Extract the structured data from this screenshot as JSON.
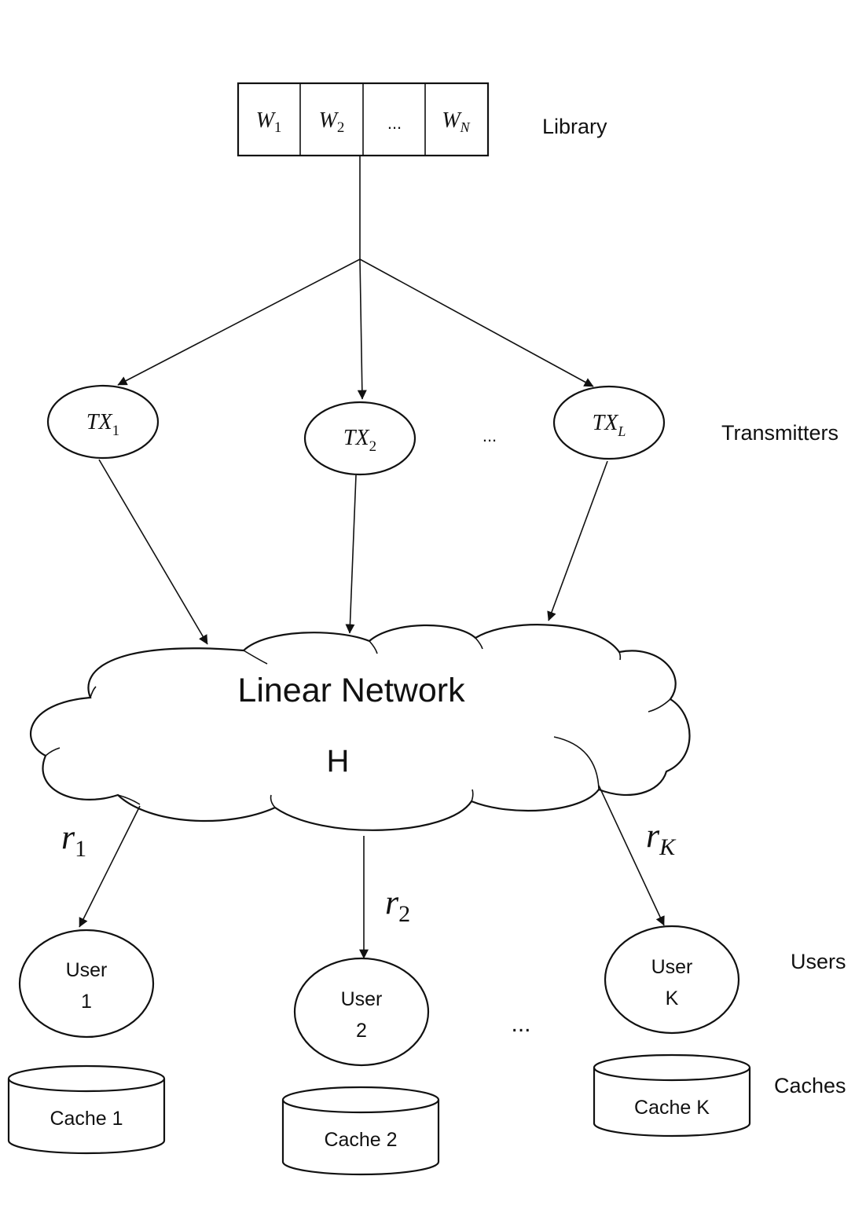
{
  "library": {
    "cells": [
      {
        "base": "W",
        "sub": "1"
      },
      {
        "base": "W",
        "sub": "2"
      },
      {
        "base": "...",
        "sub": ""
      },
      {
        "base": "W",
        "sub": "N"
      }
    ],
    "label": "Library"
  },
  "transmitters": {
    "nodes": [
      {
        "base": "TX",
        "sub": "1"
      },
      {
        "base": "TX",
        "sub": "2"
      },
      {
        "base": "TX",
        "sub": "L"
      }
    ],
    "ellipsis": "...",
    "label": "Transmitters"
  },
  "network": {
    "title": "Linear Network",
    "matrix": "H"
  },
  "links": [
    {
      "base": "r",
      "sub": "1"
    },
    {
      "base": "r",
      "sub": "2"
    },
    {
      "base": "r",
      "sub": "K"
    }
  ],
  "users": {
    "nodes": [
      {
        "line1": "User",
        "line2": "1"
      },
      {
        "line1": "User",
        "line2": "2"
      },
      {
        "line1": "User",
        "line2": "K"
      }
    ],
    "ellipsis": "...",
    "label": "Users"
  },
  "caches": {
    "nodes": [
      "Cache 1",
      "Cache 2",
      "Cache K"
    ],
    "label": "Caches"
  }
}
